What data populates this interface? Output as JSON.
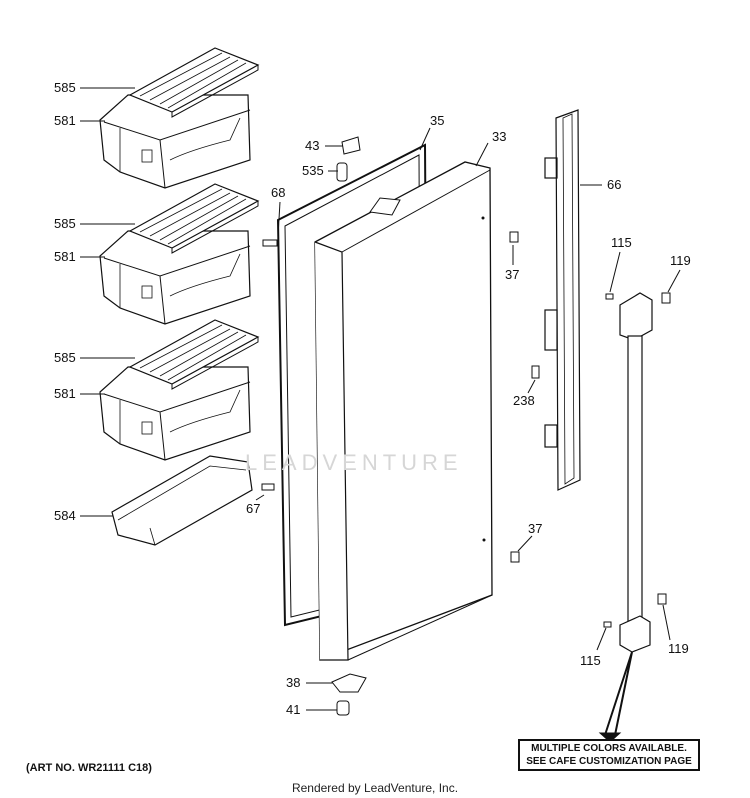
{
  "callouts": {
    "c585a": "585",
    "c581a": "581",
    "c585b": "585",
    "c581b": "581",
    "c585c": "585",
    "c581c": "581",
    "c584": "584",
    "c43": "43",
    "c535": "535",
    "c68": "68",
    "c67": "67",
    "c35": "35",
    "c33": "33",
    "c66": "66",
    "c37a": "37",
    "c37b": "37",
    "c238": "238",
    "c115a": "115",
    "c119a": "119",
    "c115b": "115",
    "c119b": "119",
    "c38": "38",
    "c41": "41"
  },
  "art_number": "(ART NO. WR21111 C18)",
  "rendered_by": "Rendered by LeadVenture, Inc.",
  "notice": {
    "line1": "MULTIPLE COLORS AVAILABLE.",
    "line2": "SEE CAFE CUSTOMIZATION PAGE"
  },
  "watermark": "LEADVENTURE"
}
